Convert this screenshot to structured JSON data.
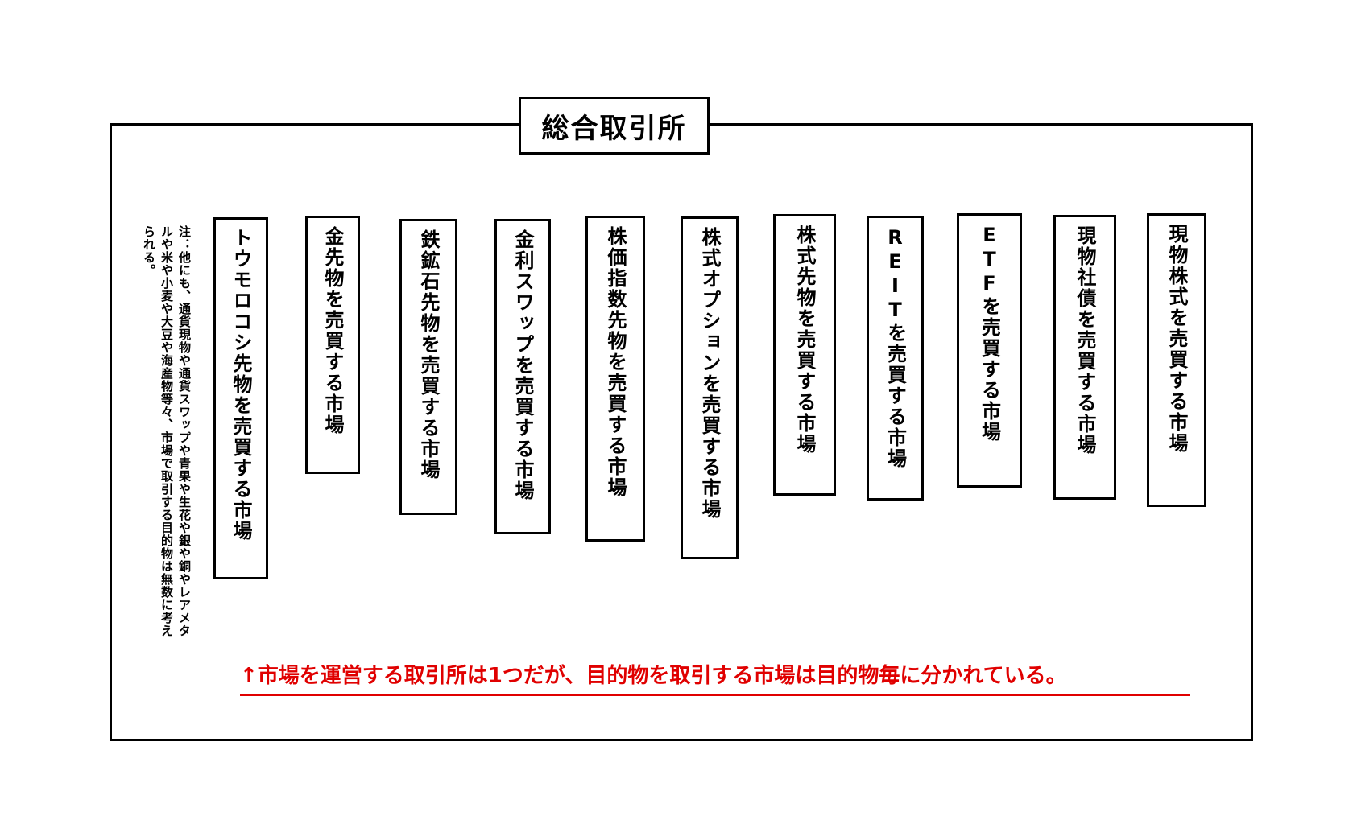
{
  "diagram": {
    "title": "総合取引所",
    "note": "注：他にも、通貨現物や通貨スワップや青果や生花や銀や銅やレアメタルや米や小麦や大豆や海産物等々、市場で取引する目的物は無数に考えられる。",
    "markets": [
      "トウモロコシ先物を売買する市場",
      "金先物を売買する市場",
      "鉄鉱石先物を売買する市場",
      "金利スワップを売買する市場",
      "株価指数先物を売買する市場",
      "株式オプションを売買する市場",
      "株式先物を売買する市場",
      "REITを売買する市場",
      "ETFを売買する市場",
      "現物社債を売買する市場",
      "現物株式を売買する市場"
    ],
    "caption": "↑市場を運営する取引所は1つだが、目的物を取引する市場は目的物毎に分かれている。"
  },
  "colors": {
    "border": "#000000",
    "caption": "#e00000",
    "background": "#ffffff"
  }
}
